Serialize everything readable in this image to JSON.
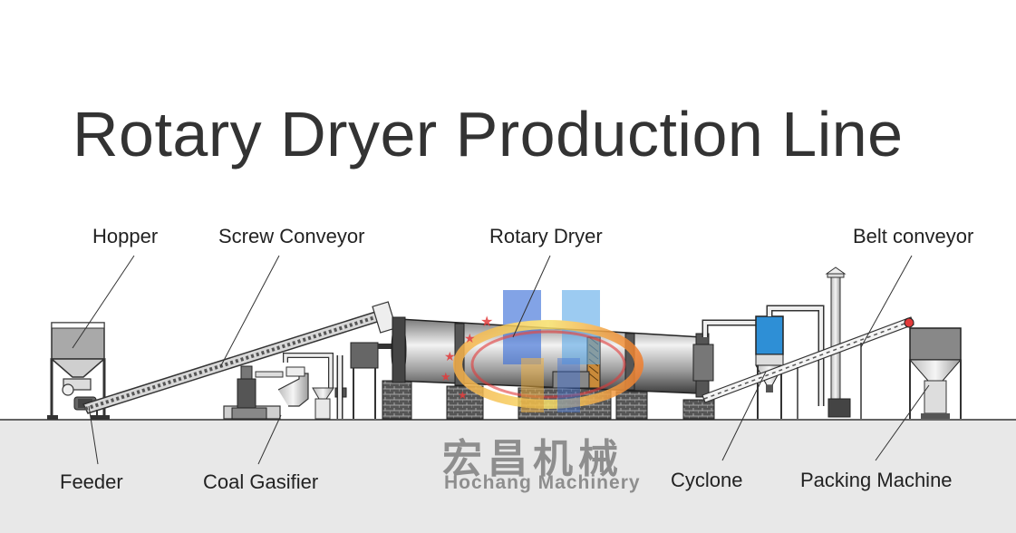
{
  "title": "Rotary Dryer Production Line",
  "labels": {
    "hopper": "Hopper",
    "screw_conveyor": "Screw Conveyor",
    "rotary_dryer": "Rotary Dryer",
    "belt_conveyor": "Belt conveyor",
    "feeder": "Feeder",
    "coal_gasifier": "Coal Gasifier",
    "cyclone": "Cyclone",
    "packing_machine": "Packing Machine"
  },
  "brand": {
    "name_cn": "宏昌机械",
    "name_en": "Hochang Machinery"
  },
  "colors": {
    "ground": "#e8e8e8",
    "line": "#333333",
    "cyclone_blue": "#2e8fd6",
    "logo_blue": "#3b6fd8",
    "logo_orange": "#f39a2a",
    "logo_red": "#e23b3b",
    "brick": "#444444"
  }
}
